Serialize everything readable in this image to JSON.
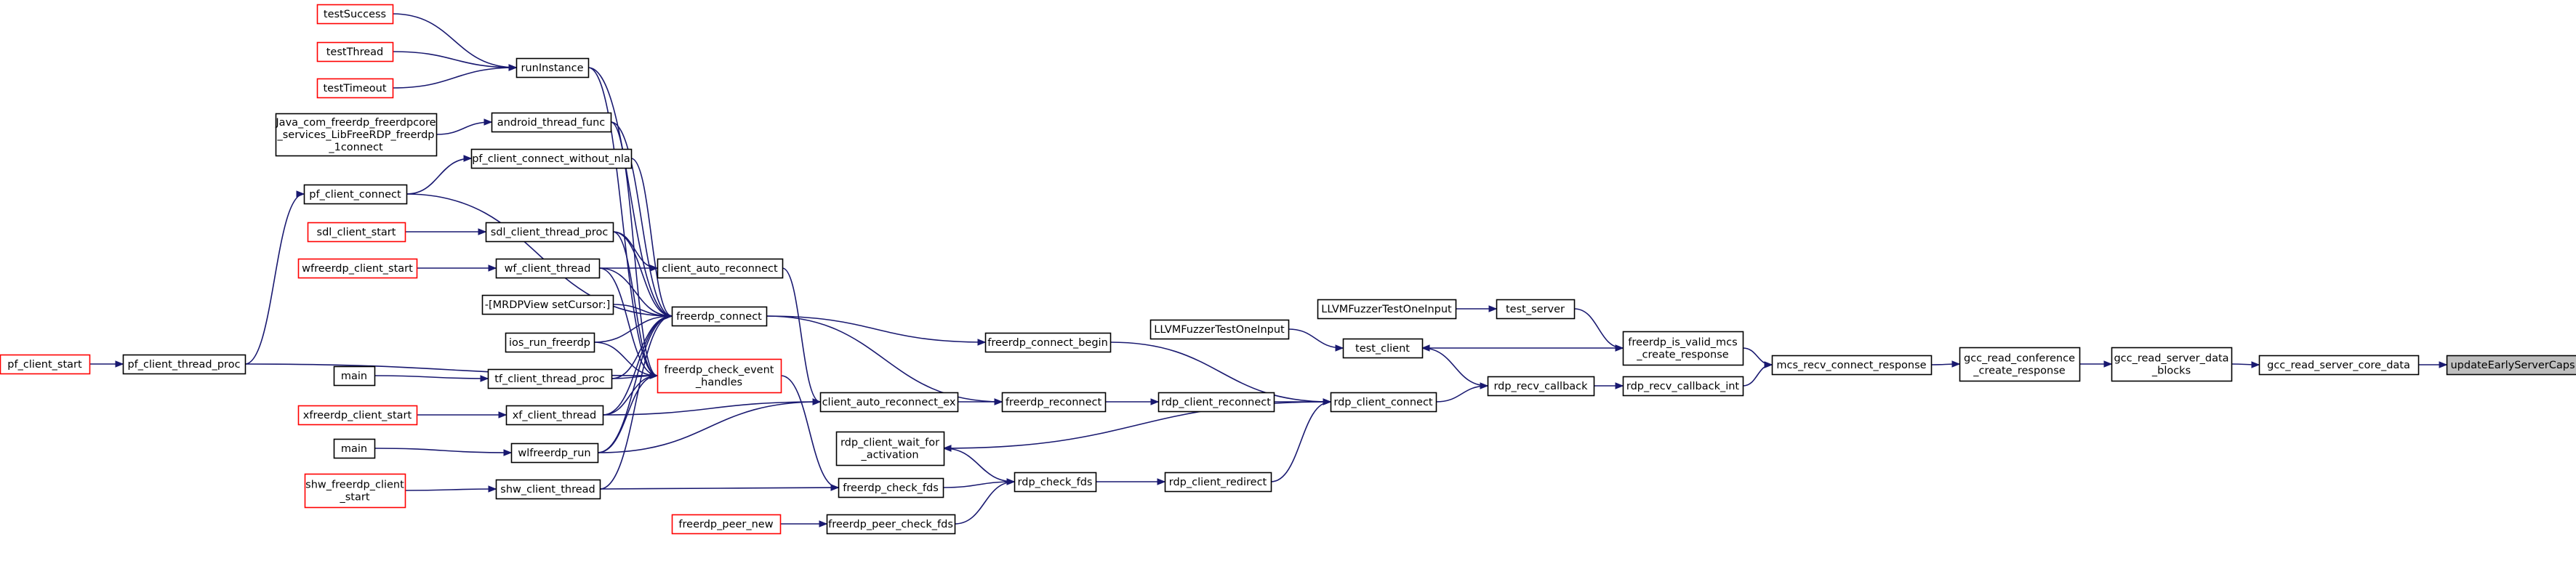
{
  "diagram": {
    "nodes": [
      {
        "id": "updateEarlyServerCaps",
        "lines": [
          "updateEarlyServerCaps"
        ],
        "style": "root"
      },
      {
        "id": "gcc_read_server_core_data",
        "lines": [
          "gcc_read_server_core_data"
        ],
        "style": "normal"
      },
      {
        "id": "gcc_read_server_data_blocks",
        "lines": [
          "gcc_read_server_data",
          "_blocks"
        ],
        "style": "normal"
      },
      {
        "id": "gcc_read_conference_create_response",
        "lines": [
          "gcc_read_conference",
          "_create_response"
        ],
        "style": "normal"
      },
      {
        "id": "mcs_recv_connect_response",
        "lines": [
          "mcs_recv_connect_response"
        ],
        "style": "normal"
      },
      {
        "id": "freerdp_is_valid_mcs_create_response",
        "lines": [
          "freerdp_is_valid_mcs",
          "_create_response"
        ],
        "style": "normal"
      },
      {
        "id": "rdp_recv_callback_int",
        "lines": [
          "rdp_recv_callback_int"
        ],
        "style": "normal"
      },
      {
        "id": "test_server",
        "lines": [
          "test_server"
        ],
        "style": "normal"
      },
      {
        "id": "LLVMFuzzerTestOneInput_1",
        "lines": [
          "LLVMFuzzerTestOneInput"
        ],
        "style": "normal"
      },
      {
        "id": "test_client",
        "lines": [
          "test_client"
        ],
        "style": "normal"
      },
      {
        "id": "LLVMFuzzerTestOneInput_2",
        "lines": [
          "LLVMFuzzerTestOneInput"
        ],
        "style": "normal"
      },
      {
        "id": "rdp_recv_callback",
        "lines": [
          "rdp_recv_callback"
        ],
        "style": "normal"
      },
      {
        "id": "rdp_client_connect",
        "lines": [
          "rdp_client_connect"
        ],
        "style": "normal"
      },
      {
        "id": "rdp_client_reconnect",
        "lines": [
          "rdp_client_reconnect"
        ],
        "style": "normal"
      },
      {
        "id": "rdp_client_redirect",
        "lines": [
          "rdp_client_redirect"
        ],
        "style": "normal"
      },
      {
        "id": "rdp_check_fds",
        "lines": [
          "rdp_check_fds"
        ],
        "style": "normal"
      },
      {
        "id": "rdp_client_wait_for_activation",
        "lines": [
          "rdp_client_wait_for",
          "_activation"
        ],
        "style": "normal"
      },
      {
        "id": "freerdp_connect_begin",
        "lines": [
          "freerdp_connect_begin"
        ],
        "style": "normal"
      },
      {
        "id": "freerdp_reconnect",
        "lines": [
          "freerdp_reconnect"
        ],
        "style": "normal"
      },
      {
        "id": "freerdp_check_fds",
        "lines": [
          "freerdp_check_fds"
        ],
        "style": "normal"
      },
      {
        "id": "freerdp_peer_check_fds",
        "lines": [
          "freerdp_peer_check_fds"
        ],
        "style": "normal"
      },
      {
        "id": "freerdp_peer_new",
        "lines": [
          "freerdp_peer_new"
        ],
        "style": "truncated"
      },
      {
        "id": "client_auto_reconnect_ex",
        "lines": [
          "client_auto_reconnect_ex"
        ],
        "style": "normal"
      },
      {
        "id": "client_auto_reconnect",
        "lines": [
          "client_auto_reconnect"
        ],
        "style": "normal"
      },
      {
        "id": "freerdp_connect",
        "lines": [
          "freerdp_connect"
        ],
        "style": "normal"
      },
      {
        "id": "freerdp_check_event_handles",
        "lines": [
          "freerdp_check_event",
          "_handles"
        ],
        "style": "truncated"
      },
      {
        "id": "runInstance",
        "lines": [
          "runInstance"
        ],
        "style": "normal"
      },
      {
        "id": "testSuccess",
        "lines": [
          "testSuccess"
        ],
        "style": "truncated"
      },
      {
        "id": "testThread",
        "lines": [
          "testThread"
        ],
        "style": "truncated"
      },
      {
        "id": "testTimeout",
        "lines": [
          "testTimeout"
        ],
        "style": "truncated"
      },
      {
        "id": "android_thread_func",
        "lines": [
          "android_thread_func"
        ],
        "style": "normal"
      },
      {
        "id": "java_connect",
        "lines": [
          "Java_com_freerdp_freerdpcore",
          "_services_LibFreeRDP_freerdp",
          "_1connect"
        ],
        "style": "normal"
      },
      {
        "id": "pf_client_connect_without_nla",
        "lines": [
          "pf_client_connect_without_nla"
        ],
        "style": "normal"
      },
      {
        "id": "pf_client_connect",
        "lines": [
          "pf_client_connect"
        ],
        "style": "normal"
      },
      {
        "id": "pf_client_thread_proc",
        "lines": [
          "pf_client_thread_proc"
        ],
        "style": "normal"
      },
      {
        "id": "pf_client_start",
        "lines": [
          "pf_client_start"
        ],
        "style": "truncated"
      },
      {
        "id": "sdl_client_thread_proc",
        "lines": [
          "sdl_client_thread_proc"
        ],
        "style": "normal"
      },
      {
        "id": "sdl_client_start",
        "lines": [
          "sdl_client_start"
        ],
        "style": "truncated"
      },
      {
        "id": "wf_client_thread",
        "lines": [
          "wf_client_thread"
        ],
        "style": "normal"
      },
      {
        "id": "wfreerdp_client_start",
        "lines": [
          "wfreerdp_client_start"
        ],
        "style": "truncated"
      },
      {
        "id": "mrdpview_setcursor",
        "lines": [
          "-[MRDPView setCursor:]"
        ],
        "style": "normal"
      },
      {
        "id": "ios_run_freerdp",
        "lines": [
          "ios_run_freerdp"
        ],
        "style": "normal"
      },
      {
        "id": "tf_client_thread_proc",
        "lines": [
          "tf_client_thread_proc"
        ],
        "style": "normal"
      },
      {
        "id": "main_1",
        "lines": [
          "main"
        ],
        "style": "normal"
      },
      {
        "id": "xf_client_thread",
        "lines": [
          "xf_client_thread"
        ],
        "style": "normal"
      },
      {
        "id": "xfreerdp_client_start",
        "lines": [
          "xfreerdp_client_start"
        ],
        "style": "truncated"
      },
      {
        "id": "wlfreerdp_run",
        "lines": [
          "wlfreerdp_run"
        ],
        "style": "normal"
      },
      {
        "id": "main_2",
        "lines": [
          "main"
        ],
        "style": "normal"
      },
      {
        "id": "shw_client_thread",
        "lines": [
          "shw_client_thread"
        ],
        "style": "normal"
      },
      {
        "id": "shw_freerdp_client_start",
        "lines": [
          "shw_freerdp_client",
          "_start"
        ],
        "style": "truncated"
      }
    ],
    "edges": [
      {
        "from": "gcc_read_server_core_data",
        "to": "updateEarlyServerCaps"
      },
      {
        "from": "gcc_read_server_data_blocks",
        "to": "gcc_read_server_core_data"
      },
      {
        "from": "gcc_read_conference_create_response",
        "to": "gcc_read_server_data_blocks"
      },
      {
        "from": "mcs_recv_connect_response",
        "to": "gcc_read_conference_create_response"
      },
      {
        "from": "freerdp_is_valid_mcs_create_response",
        "to": "mcs_recv_connect_response"
      },
      {
        "from": "rdp_recv_callback_int",
        "to": "mcs_recv_connect_response"
      },
      {
        "from": "test_server",
        "to": "freerdp_is_valid_mcs_create_response"
      },
      {
        "from": "test_client",
        "to": "freerdp_is_valid_mcs_create_response"
      },
      {
        "from": "LLVMFuzzerTestOneInput_1",
        "to": "test_server"
      },
      {
        "from": "LLVMFuzzerTestOneInput_2",
        "to": "test_client"
      },
      {
        "from": "rdp_recv_callback",
        "to": "rdp_recv_callback_int"
      },
      {
        "from": "rdp_client_connect",
        "to": "rdp_recv_callback"
      },
      {
        "from": "rdp_recv_callback",
        "to": "test_client"
      },
      {
        "from": "rdp_client_connect",
        "to": "rdp_client_wait_for_activation"
      },
      {
        "from": "rdp_client_reconnect",
        "to": "rdp_client_connect"
      },
      {
        "from": "rdp_client_redirect",
        "to": "rdp_client_connect"
      },
      {
        "from": "freerdp_connect_begin",
        "to": "rdp_client_connect"
      },
      {
        "from": "freerdp_reconnect",
        "to": "rdp_client_reconnect"
      },
      {
        "from": "rdp_check_fds",
        "to": "rdp_client_redirect"
      },
      {
        "from": "rdp_check_fds",
        "to": "rdp_client_wait_for_activation"
      },
      {
        "from": "freerdp_check_fds",
        "to": "rdp_check_fds"
      },
      {
        "from": "freerdp_peer_check_fds",
        "to": "rdp_check_fds"
      },
      {
        "from": "freerdp_peer_new",
        "to": "freerdp_peer_check_fds"
      },
      {
        "from": "freerdp_connect",
        "to": "freerdp_connect_begin"
      },
      {
        "from": "freerdp_connect",
        "to": "freerdp_reconnect"
      },
      {
        "from": "client_auto_reconnect_ex",
        "to": "freerdp_reconnect"
      },
      {
        "from": "freerdp_check_event_handles",
        "to": "freerdp_check_fds"
      },
      {
        "from": "shw_client_thread",
        "to": "freerdp_check_fds"
      },
      {
        "from": "client_auto_reconnect",
        "to": "client_auto_reconnect_ex"
      },
      {
        "from": "xf_client_thread",
        "to": "client_auto_reconnect_ex"
      },
      {
        "from": "wlfreerdp_run",
        "to": "client_auto_reconnect_ex"
      },
      {
        "from": "sdl_client_thread_proc",
        "to": "client_auto_reconnect"
      },
      {
        "from": "wf_client_thread",
        "to": "client_auto_reconnect"
      },
      {
        "from": "runInstance",
        "to": "freerdp_connect"
      },
      {
        "from": "android_thread_func",
        "to": "freerdp_connect"
      },
      {
        "from": "pf_client_connect_without_nla",
        "to": "freerdp_connect"
      },
      {
        "from": "pf_client_connect",
        "to": "freerdp_connect"
      },
      {
        "from": "sdl_client_thread_proc",
        "to": "freerdp_connect"
      },
      {
        "from": "wf_client_thread",
        "to": "freerdp_connect"
      },
      {
        "from": "mrdpview_setcursor",
        "to": "freerdp_connect"
      },
      {
        "from": "ios_run_freerdp",
        "to": "freerdp_connect"
      },
      {
        "from": "tf_client_thread_proc",
        "to": "freerdp_connect"
      },
      {
        "from": "xf_client_thread",
        "to": "freerdp_connect"
      },
      {
        "from": "wlfreerdp_run",
        "to": "freerdp_connect"
      },
      {
        "from": "shw_client_thread",
        "to": "freerdp_connect"
      },
      {
        "from": "runInstance",
        "to": "freerdp_check_event_handles"
      },
      {
        "from": "android_thread_func",
        "to": "freerdp_check_event_handles"
      },
      {
        "from": "sdl_client_thread_proc",
        "to": "freerdp_check_event_handles"
      },
      {
        "from": "wf_client_thread",
        "to": "freerdp_check_event_handles"
      },
      {
        "from": "ios_run_freerdp",
        "to": "freerdp_check_event_handles"
      },
      {
        "from": "tf_client_thread_proc",
        "to": "freerdp_check_event_handles"
      },
      {
        "from": "xf_client_thread",
        "to": "freerdp_check_event_handles"
      },
      {
        "from": "wlfreerdp_run",
        "to": "freerdp_check_event_handles"
      },
      {
        "from": "pf_client_thread_proc",
        "to": "freerdp_check_event_handles"
      },
      {
        "from": "testSuccess",
        "to": "runInstance"
      },
      {
        "from": "testThread",
        "to": "runInstance"
      },
      {
        "from": "testTimeout",
        "to": "runInstance"
      },
      {
        "from": "java_connect",
        "to": "android_thread_func"
      },
      {
        "from": "pf_client_connect",
        "to": "pf_client_connect_without_nla"
      },
      {
        "from": "pf_client_thread_proc",
        "to": "pf_client_connect"
      },
      {
        "from": "pf_client_start",
        "to": "pf_client_thread_proc"
      },
      {
        "from": "sdl_client_start",
        "to": "sdl_client_thread_proc"
      },
      {
        "from": "wfreerdp_client_start",
        "to": "wf_client_thread"
      },
      {
        "from": "main_1",
        "to": "tf_client_thread_proc"
      },
      {
        "from": "xfreerdp_client_start",
        "to": "xf_client_thread"
      },
      {
        "from": "main_2",
        "to": "wlfreerdp_run"
      },
      {
        "from": "shw_freerdp_client_start",
        "to": "shw_client_thread"
      }
    ]
  }
}
